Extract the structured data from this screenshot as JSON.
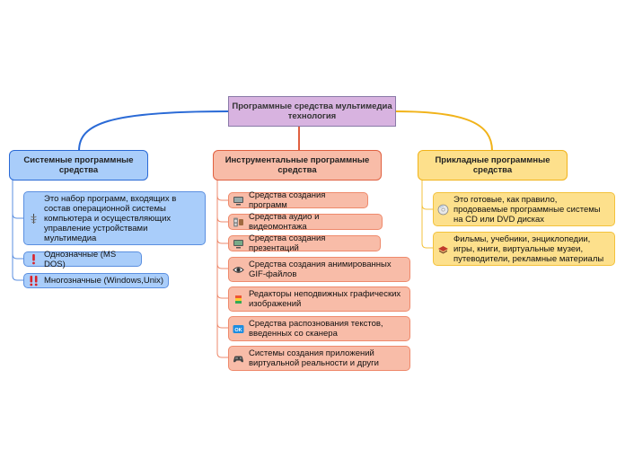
{
  "central": {
    "label": "Программные средства мультимедиа технология"
  },
  "branches": [
    {
      "label": "Системные программные средства",
      "color": "#2a6ad6",
      "children": [
        {
          "icon": "caduceus-icon",
          "label": "Это набор программ,  входящих в состав операционной системы компьютера и осуществляющих управление устройствами мультимедиа"
        },
        {
          "icon": "exclamation-icon",
          "label": "Однозначные (MS DOS)"
        },
        {
          "icon": "double-exclamation-icon",
          "label": "Многозначные (Windows,Unix)"
        }
      ]
    },
    {
      "label": "Инструментальные программные средства",
      "color": "#e06040",
      "children": [
        {
          "icon": "monitor-icon",
          "label": "Средства создания программ"
        },
        {
          "icon": "audio-video-icon",
          "label": "Средства аудио и видеомонтажа"
        },
        {
          "icon": "presentation-screen-icon",
          "label": "Средства создания презентаций"
        },
        {
          "icon": "eye-icon",
          "label": "Средства создания анимированных GIF-файлов"
        },
        {
          "icon": "stacked-images-icon",
          "label": "Редакторы неподвижных графических изображений"
        },
        {
          "icon": "ok-badge-icon",
          "label": "Средства распознования текстов, введенных со сканера"
        },
        {
          "icon": "gamepad-icon",
          "label": "Системы создания приложений виртуальной реальности и други"
        }
      ]
    },
    {
      "label": "Прикладные программные средства",
      "color": "#f1b31a",
      "children": [
        {
          "icon": "disc-icon",
          "label": "Это готовые, как правило, продоваемые программные системы на CD или DVD дисках"
        },
        {
          "icon": "books-icon",
          "label": "Фильмы, учебники, энциклопедии, игры, книги, виртуальные музеи, путеводители, рекламные материалы"
        }
      ]
    }
  ]
}
